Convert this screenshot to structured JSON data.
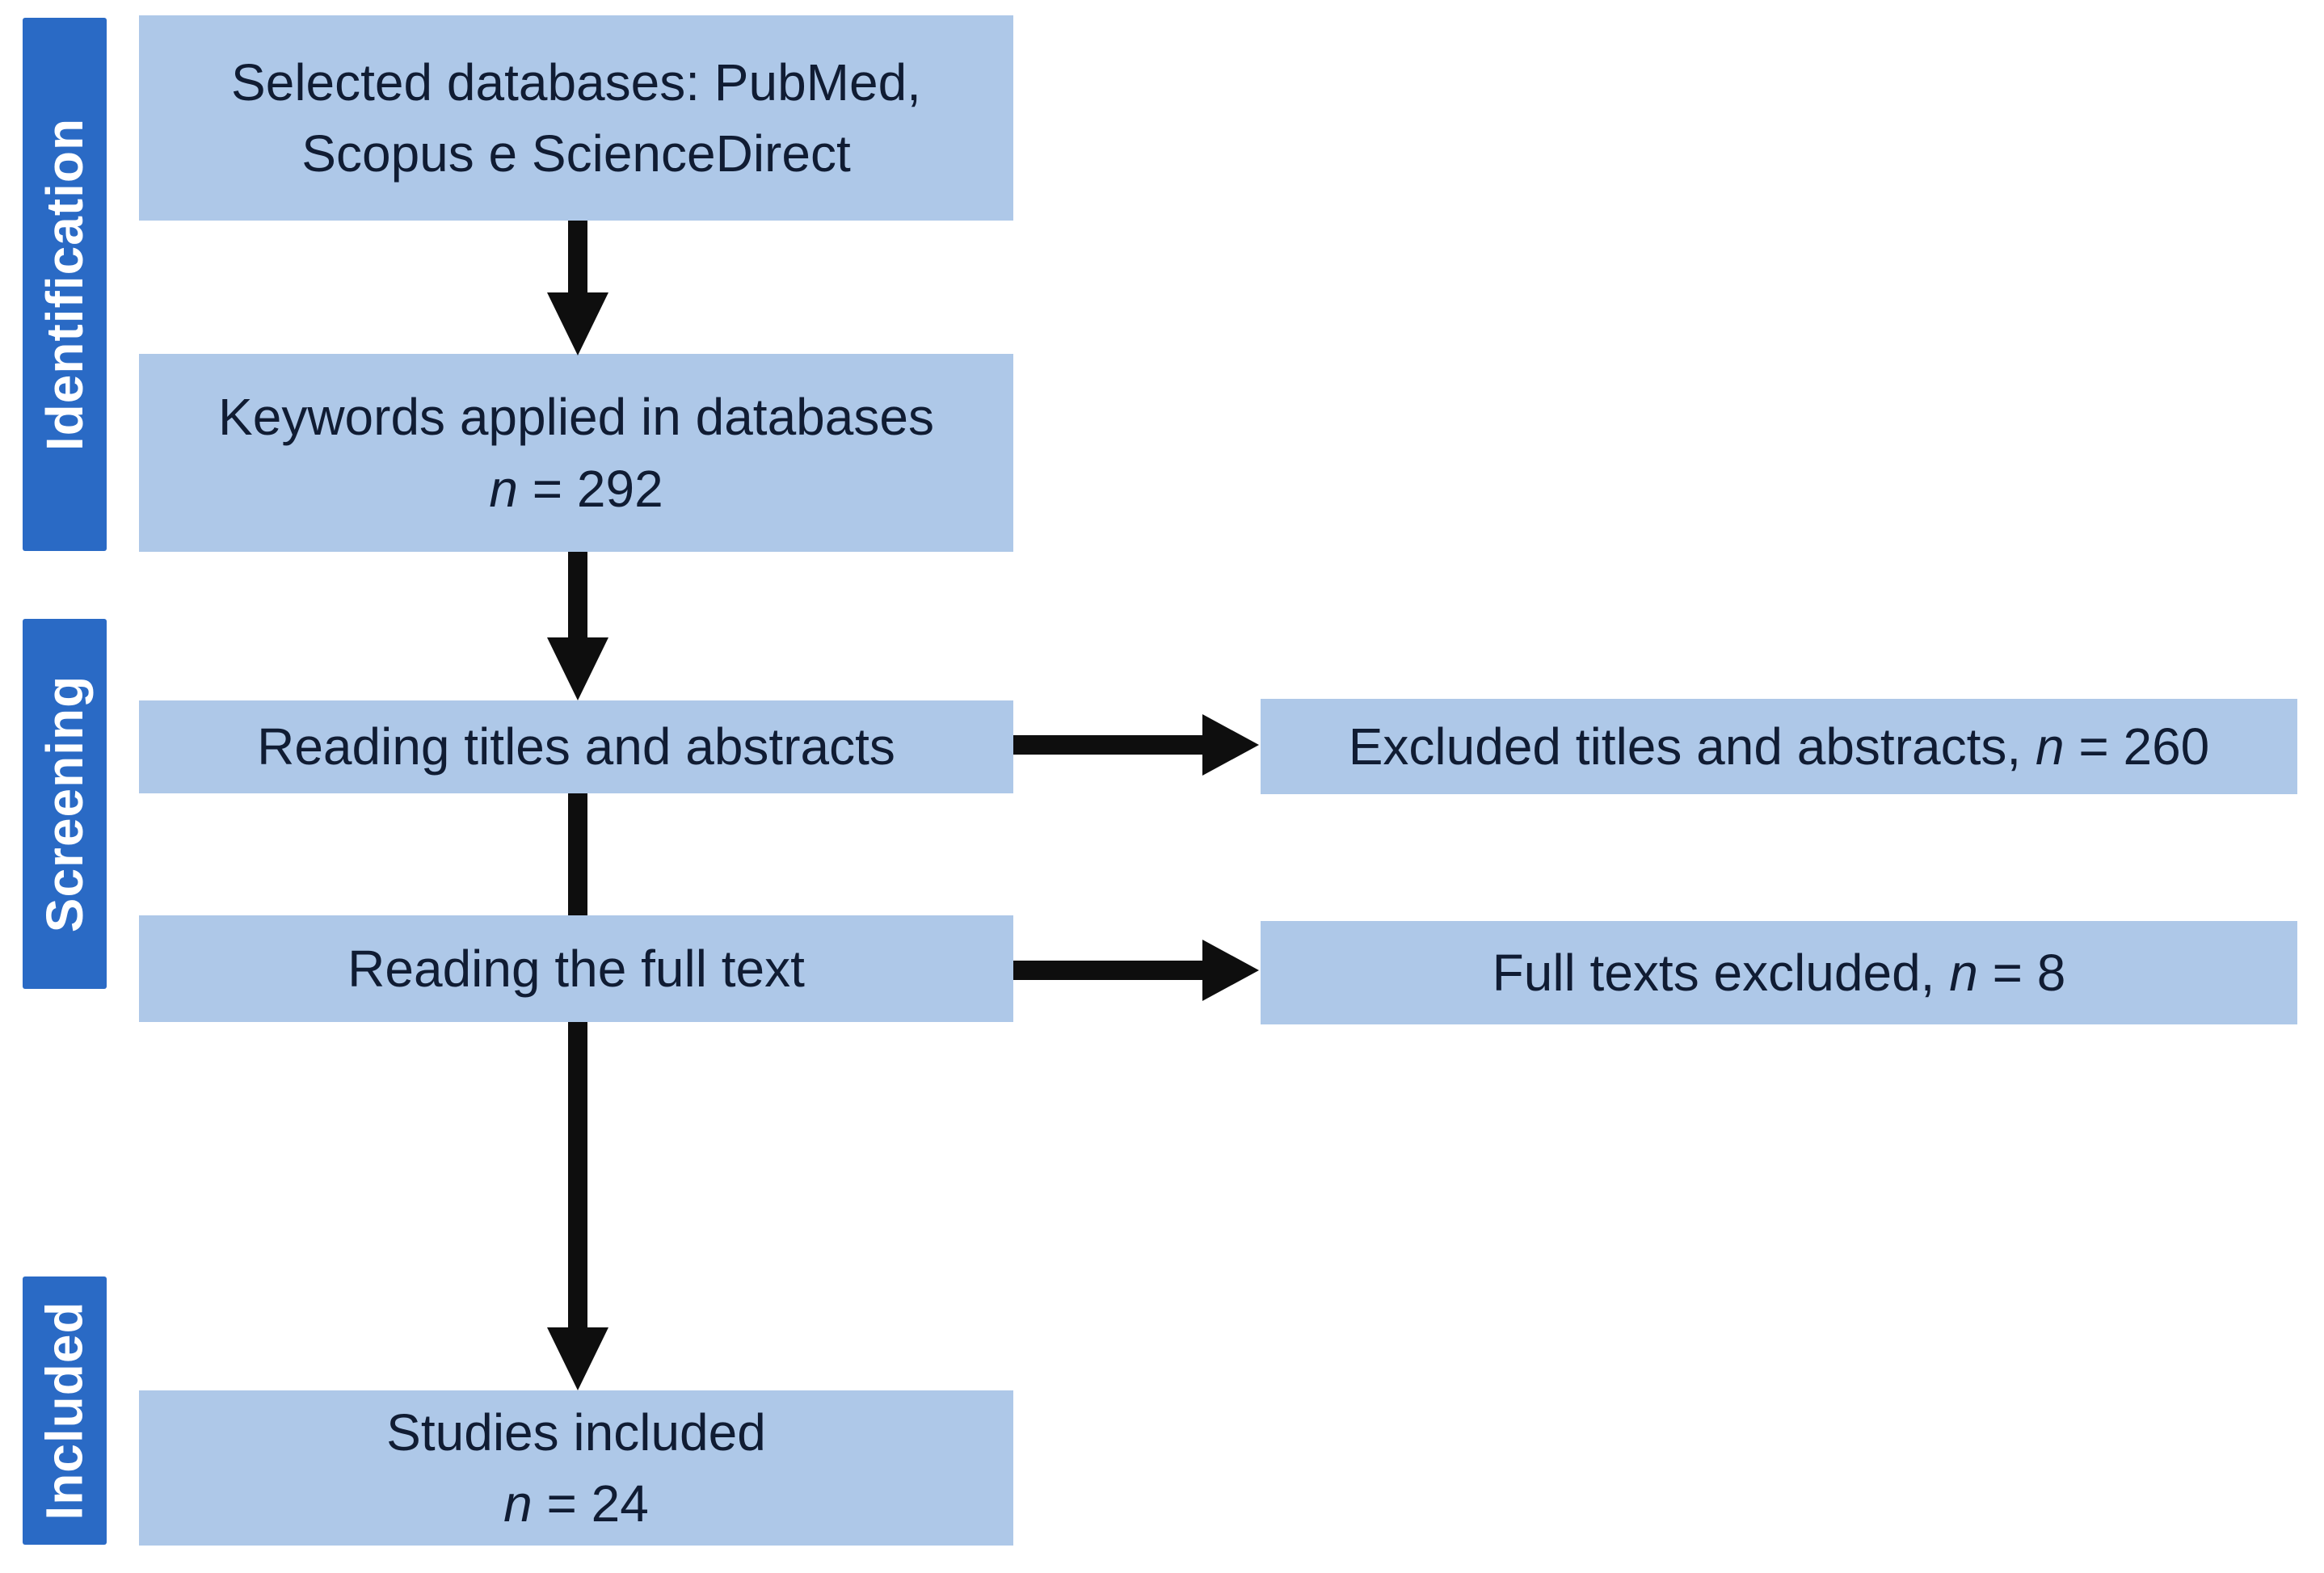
{
  "figure": {
    "type": "flow-diagram",
    "stages": [
      {
        "id": "identification",
        "label": "Identification"
      },
      {
        "id": "screening",
        "label": "Screening"
      },
      {
        "id": "included",
        "label": "Included"
      }
    ],
    "boxes": {
      "selected_databases": {
        "line1": "Selected databases: PubMed,",
        "line2": "Scopus e ScienceDirect"
      },
      "keywords_applied": {
        "line1": "Keywords applied in databases",
        "n_symbol": "n",
        "n_value": " = 292"
      },
      "reading_titles": {
        "text": "Reading titles and abstracts"
      },
      "reading_full_text": {
        "text": "Reading the full text"
      },
      "excluded_titles": {
        "prefix": "Excluded titles and abstracts, ",
        "n_symbol": "n",
        "n_value": " = 260"
      },
      "full_texts_excluded": {
        "prefix": "Full texts excluded, ",
        "n_symbol": "n",
        "n_value": " = 8"
      },
      "studies_included": {
        "line1": "Studies included",
        "n_symbol": "n",
        "n_value": " = 24"
      }
    },
    "colors": {
      "stage_bar": "#2a6ac5",
      "box_fill": "#aec8e8",
      "arrow": "#0e0e0e",
      "box_text": "#101c33",
      "stage_text": "#ffffff",
      "background": "#ffffff"
    }
  }
}
